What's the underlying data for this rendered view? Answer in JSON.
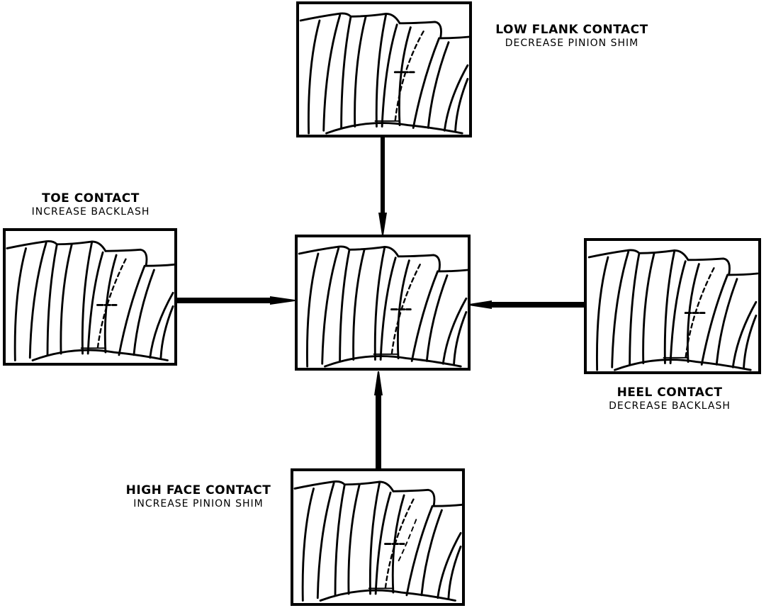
{
  "diagram": {
    "type": "gear tooth contact pattern adjustment chart",
    "center": {
      "name": "desired-contact-pattern"
    },
    "patterns": [
      {
        "id": "low-flank",
        "title": "LOW FLANK CONTACT",
        "action": "DECREASE PINION SHIM",
        "position": "top"
      },
      {
        "id": "toe",
        "title": "TOE CONTACT",
        "action": "INCREASE BACKLASH",
        "position": "left"
      },
      {
        "id": "heel",
        "title": "HEEL CONTACT",
        "action": "DECREASE BACKLASH",
        "position": "right"
      },
      {
        "id": "high-face",
        "title": "HIGH FACE CONTACT",
        "action": "INCREASE PINION SHIM",
        "position": "bottom"
      }
    ],
    "colors": {
      "line": "#000000",
      "background": "#ffffff"
    }
  }
}
